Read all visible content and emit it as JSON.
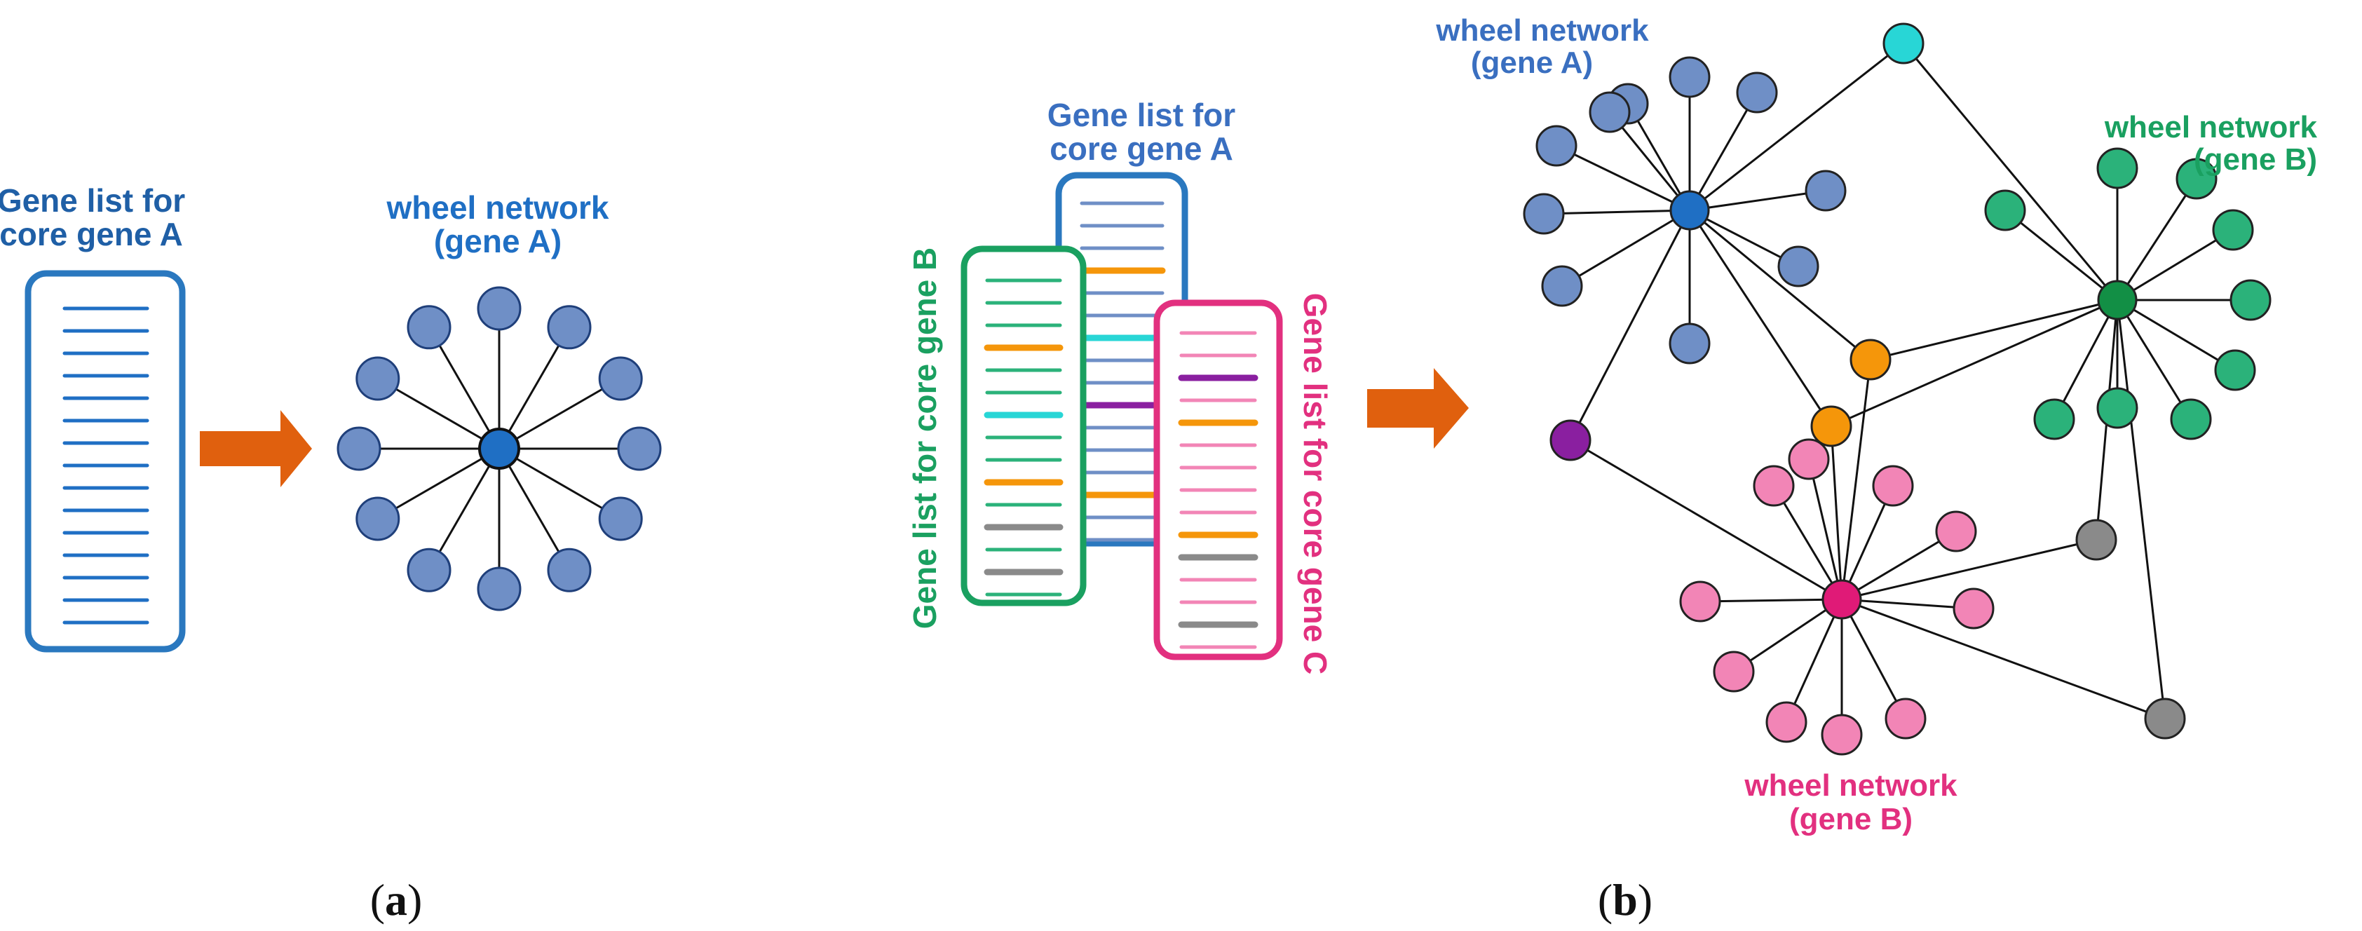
{
  "colors": {
    "blue_text": "#1f5fa6",
    "blue_dark": "#1f6fc4",
    "blue_light": "#6f8fc6",
    "green_text": "#1aa060",
    "green_dark": "#128f45",
    "green_light": "#2bb27a",
    "pink_text": "#e2307f",
    "pink_dark": "#e01a77",
    "pink_light": "#f285b6",
    "orange": "#f5960a",
    "cyan": "#28d6d6",
    "purple": "#8a1fa0",
    "gray": "#8a8a8a",
    "arrow": "#e0600e",
    "edge": "#111111"
  },
  "panel_a": {
    "gene_list_title_line1": "Gene list for",
    "gene_list_title_line2": "core gene A",
    "wheel_title_line1": "wheel network",
    "wheel_title_line2": "(gene A)",
    "caption_open": "(",
    "caption_letter": "a",
    "caption_close": ")"
  },
  "panel_b": {
    "list_a_title_line1": "Gene list for",
    "list_a_title_line2": "core gene A",
    "list_b_title": "Gene list for core gene B",
    "list_c_title": "Gene list for core gene C",
    "wheel_a_line1": "wheel network",
    "wheel_a_line2": "(gene A)",
    "wheel_green_line1": "wheel network",
    "wheel_green_line2": "(gene B)",
    "wheel_pink_line1": "wheel network",
    "wheel_pink_line2": "(gene B)",
    "caption_open": "(",
    "caption_letter": "b",
    "caption_close": ")"
  }
}
